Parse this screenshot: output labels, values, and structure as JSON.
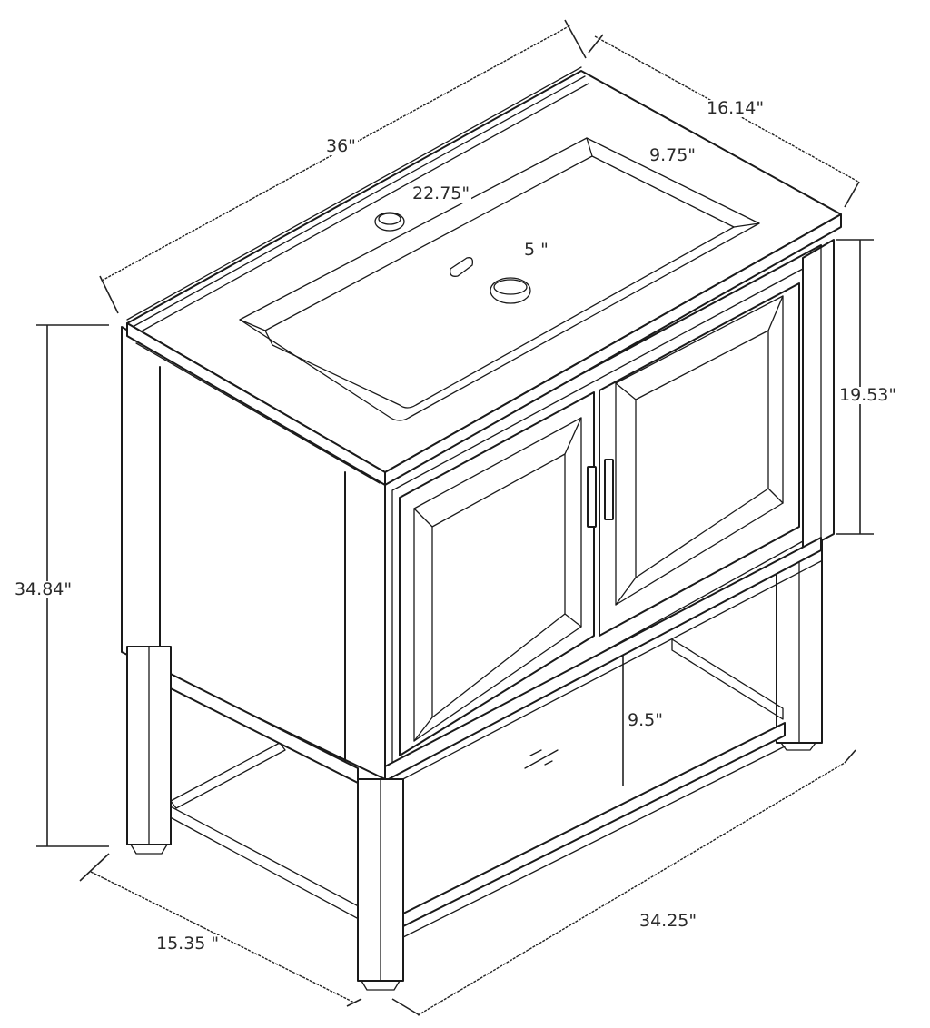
{
  "diagram": {
    "subject": "Bathroom vanity with integrated top and open lower shelf",
    "dimensions": {
      "overall_width_top": "36\"",
      "overall_depth_top": "16.14\"",
      "basin_width": "22.75\"",
      "basin_depth": "9.75\"",
      "basin_height": "5 \"",
      "overall_height": "34.84\"",
      "cabinet_box_height": "19.53\"",
      "shelf_clearance": "9.5\"",
      "base_depth": "15.35 \"",
      "base_width": "34.25\""
    },
    "parts": [
      "countertop-with-backsplash",
      "integrated-sink-basin",
      "faucet-hole",
      "overflow-slot",
      "drain-hole",
      "left-side-panel",
      "left-door",
      "right-door",
      "door-handles",
      "legs",
      "lower-shelf-frame",
      "foot-levelers"
    ],
    "colors": {
      "line": "#1a1a1a",
      "background": "#ffffff",
      "label": "#2a2a2a"
    }
  }
}
